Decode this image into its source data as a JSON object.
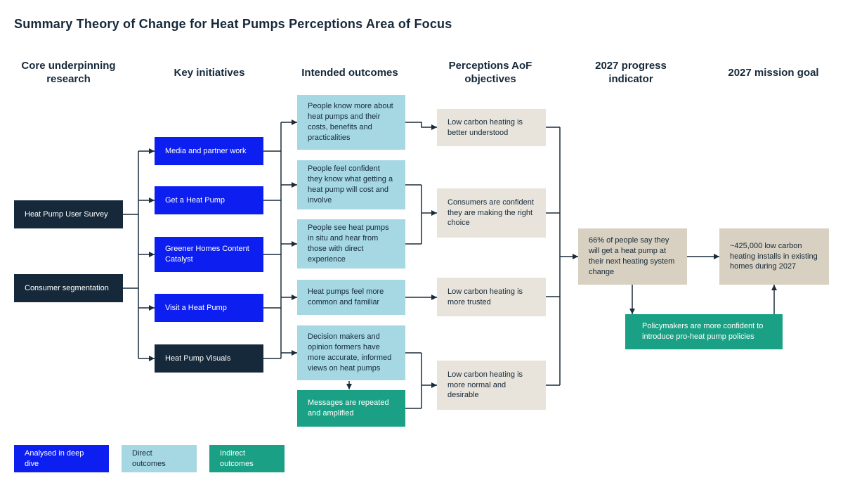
{
  "title": "Summary Theory of Change for Heat Pumps Perceptions Area of Focus",
  "column_headers": {
    "research": "Core underpinning research",
    "initiatives": "Key initiatives",
    "outcomes": "Intended outcomes",
    "objectives": "Perceptions AoF objectives",
    "progress": "2027 progress indicator",
    "mission": "2027 mission goal"
  },
  "research": {
    "user_survey": "Heat Pump User Survey",
    "segmentation": "Consumer segmentation"
  },
  "initiatives": {
    "media": "Media and partner work",
    "get_heat_pump": "Get a Heat Pump",
    "greener_homes": "Greener Homes Content Catalyst",
    "visit": "Visit a Heat Pump",
    "visuals": "Heat Pump Visuals"
  },
  "outcomes": {
    "know_more": "People know more about heat pumps and their costs, benefits and practicalities",
    "confident_cost": "People feel confident they know what getting a heat pump will cost and involve",
    "in_situ": "People see heat pumps in situ and hear from those with direct experience",
    "common_familiar": "Heat pumps feel more common and familiar",
    "decision_makers": "Decision makers and opinion formers have more accurate, informed views on heat pumps",
    "messages": "Messages are repeated and amplified"
  },
  "objectives": {
    "understood": "Low carbon heating is better understood",
    "confident_choice": "Consumers are confident they are making the right choice",
    "trusted": "Low carbon heating is more trusted",
    "normal": "Low carbon heating is more normal and desirable"
  },
  "progress": {
    "indicator": "66% of people say they will get a heat pump at their next heating system change",
    "policymakers": "Policymakers are more confident to introduce pro-heat pump policies"
  },
  "mission": {
    "goal": "~425,000 low carbon heating installs in existing homes during 2027"
  },
  "legend": {
    "deep_dive": "Analysed in deep dive",
    "direct": "Direct outcomes",
    "indirect": "Indirect outcomes"
  },
  "colors": {
    "navy": "#16293a",
    "bright_blue": "#0d1ff0",
    "light_blue": "#a5d8e2",
    "green": "#1aa185",
    "objective_gray": "#e8e4dc",
    "tan": "#d8d0c1",
    "line": "#1a2b3a"
  }
}
